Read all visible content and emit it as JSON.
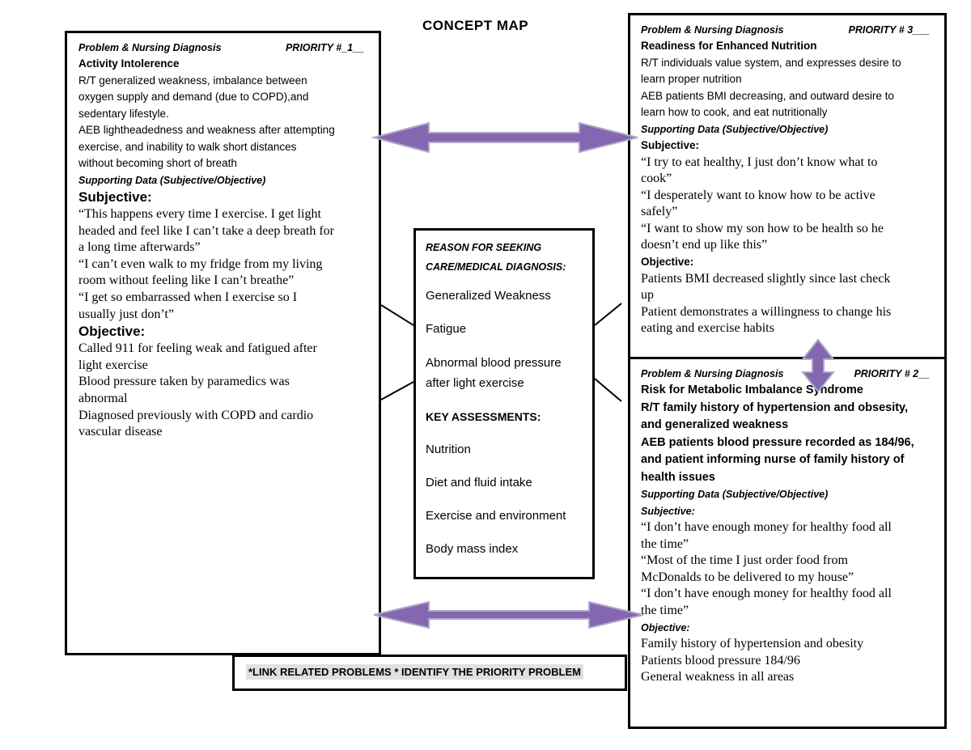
{
  "title": "CONCEPT MAP",
  "colors": {
    "arrow": "#8467b0",
    "arrow_outline": "#b0a8c8"
  },
  "box1": {
    "heading": "Problem & Nursing Diagnosis",
    "priority": "PRIORITY #_1__",
    "diagnosis": "Activity Intolerence",
    "rt": [
      "R/T generalized weakness, imbalance between",
      "oxygen supply and demand (due to COPD),and",
      "sedentary lifestyle."
    ],
    "aeb": [
      "AEB lightheadedness and weakness after attempting",
      "exercise, and inability to walk short distances",
      "without becoming short of breath"
    ],
    "supporting": "Supporting Data (Subjective/Objective)",
    "subjective_label": "Subjective:",
    "subjective": [
      "“This happens every time I exercise. I get light",
      "headed and feel like I can’t take a deep breath for",
      "a long time afterwards”",
      "“I can’t even walk to my fridge from my living",
      "room without feeling like I can’t breathe”",
      "“I get so embarrassed when I exercise so I",
      "usually just don’t”"
    ],
    "objective_label": "Objective:",
    "objective": [
      "Called 911 for feeling weak and fatigued after",
      "light exercise",
      "Blood pressure taken by paramedics was",
      "abnormal",
      "Diagnosed previously with COPD and cardio",
      "vascular disease"
    ]
  },
  "box3": {
    "heading": "Problem & Nursing Diagnosis",
    "priority": "PRIORITY # 3___",
    "diagnosis": "Readiness for Enhanced Nutrition",
    "rt": [
      "R/T  individuals value system, and expresses desire to",
      "learn proper nutrition"
    ],
    "aeb": [
      "AEB patients BMI decreasing, and outward desire to",
      "learn how to cook, and eat nutritionally"
    ],
    "supporting": "Supporting Data (Subjective/Objective)",
    "subjective_label": "Subjective:",
    "subjective": [
      "“I try to eat healthy, I just don’t know what to",
      "cook”",
      "“I desperately want to know how to be active",
      "safely”",
      "“I want to show my son how to be health so he",
      "doesn’t end up like this”"
    ],
    "objective_label": "Objective:",
    "objective": [
      "Patients BMI decreased slightly since last check",
      "up",
      "Patient demonstrates a willingness to change his",
      "eating and exercise habits"
    ]
  },
  "box2": {
    "heading": "Problem & Nursing Diagnosis",
    "priority": "PRIORITY # 2__",
    "diagnosis": "Risk for Metabolic Imbalance Syndrome",
    "rt": [
      "R/T family history of hypertension and obsesity,",
      "and generalized weakness"
    ],
    "aeb": [
      "AEB patients blood pressure recorded as 184/96,",
      "and patient informing nurse of family history of",
      "health issues"
    ],
    "supporting": "Supporting Data (Subjective/Objective)",
    "subjective_label": "Subjective:",
    "subjective": [
      "“I don’t have enough money for healthy food all",
      "the time”",
      "“Most of the time I just order food from",
      "McDonalds to be delivered to my house”",
      "“I don’t have enough money for healthy food all",
      "the time”"
    ],
    "objective_label": "Objective:",
    "objective": [
      "Family history of hypertension and obesity",
      "Patients blood pressure 184/96",
      "General weakness in all areas"
    ]
  },
  "center": {
    "reason_label": [
      "REASON FOR SEEKING",
      "CARE/MEDICAL DIAGNOSIS:"
    ],
    "reasons": [
      "Generalized Weakness",
      "Fatigue",
      "Abnormal blood pressure after light exercise"
    ],
    "key_label": "KEY ASSESSMENTS:",
    "assessments": [
      "Nutrition",
      "Diet and fluid intake",
      "Exercise and environment",
      "Body mass index"
    ]
  },
  "footer": {
    "link_text": "*LINK RELATED PROBLEMS * IDENTIFY THE PRIORITY PROBLEM"
  }
}
